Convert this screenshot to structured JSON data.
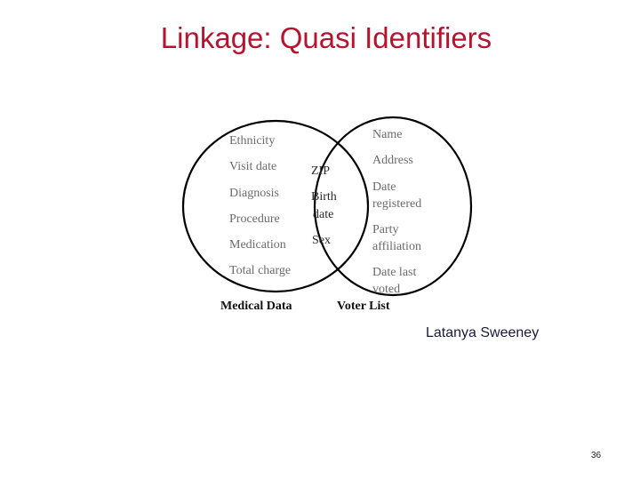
{
  "title": "Linkage: Quasi Identifiers",
  "venn": {
    "medical_data": {
      "label": "Medical Data",
      "fields": [
        "Ethnicity",
        "Visit date",
        "Diagnosis",
        "Procedure",
        "Medication",
        "Total charge"
      ]
    },
    "voter_list": {
      "label": "Voter List",
      "fields": [
        [
          "Name"
        ],
        [
          "Address"
        ],
        [
          "Date",
          "registered"
        ],
        [
          "Party",
          "affiliation"
        ],
        [
          "Date last",
          "voted"
        ]
      ]
    },
    "shared": [
      [
        "ZIP"
      ],
      [
        "Birth",
        "date"
      ],
      [
        "Sex"
      ]
    ]
  },
  "author": "Latanya Sweeney",
  "page_number": "36"
}
